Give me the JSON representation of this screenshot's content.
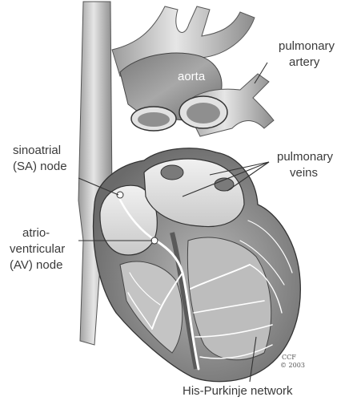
{
  "labels": {
    "aorta": "aorta",
    "pulmonary_artery_1": "pulmonary",
    "pulmonary_artery_2": "artery",
    "sa_node_1": "sinoatrial",
    "sa_node_2": "(SA) node",
    "pulmonary_veins_1": "pulmonary",
    "pulmonary_veins_2": "veins",
    "av_node_1": "atrio-",
    "av_node_2": "ventricular",
    "av_node_3": "(AV) node",
    "his_purkinje": "His-Purkinje network"
  },
  "credit": {
    "line1": "CCF",
    "line2": "© 2003"
  },
  "colors": {
    "heart_light": "#d9d9d9",
    "heart_mid": "#a9a9a9",
    "heart_dark": "#6f6f6f",
    "conduction": "#ffffff"
  }
}
